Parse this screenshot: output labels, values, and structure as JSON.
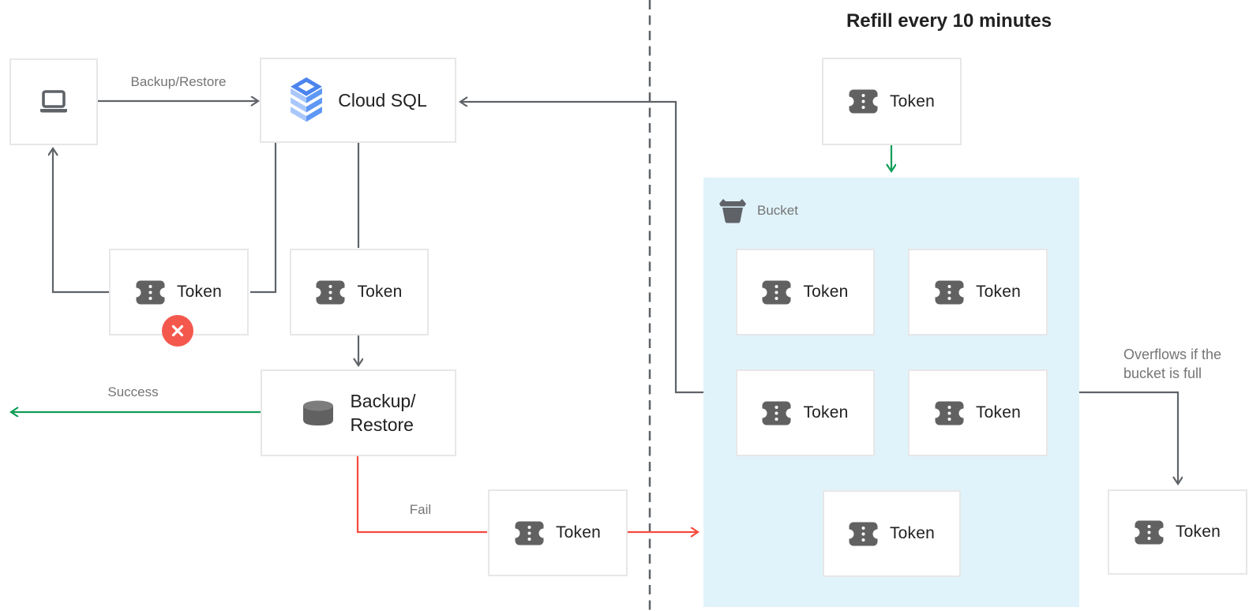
{
  "title": "Refill every 10 minutes",
  "labels": {
    "cloud_sql": "Cloud SQL",
    "backup_restore_line1": "Backup/",
    "backup_restore_line2": "Restore",
    "token": "Token",
    "bucket": "Bucket",
    "edge_backup_restore": "Backup/Restore",
    "edge_success": "Success",
    "edge_fail": "Fail",
    "edge_overflow_line1": "Overflows if the",
    "edge_overflow_line2": "bucket is full"
  },
  "icons": {
    "client": "laptop-icon",
    "cloud_sql": "cloud-sql-icon",
    "backup_restore": "database-icon",
    "token": "ticket-icon",
    "bucket": "bucket-icon",
    "rejected": "error-x-icon"
  },
  "colors": {
    "success_green": "#109D58",
    "fail_red": "#F44B3E",
    "badge_red": "#F4584D",
    "line_gray": "#5F6368",
    "text_dark": "#212121",
    "text_gray": "#757575",
    "bucket_fill": "#E0F3FB",
    "box_border": "#E7E7E7",
    "cloud_sql_blue": "#4C84EE",
    "icon_gray": "#616161"
  }
}
